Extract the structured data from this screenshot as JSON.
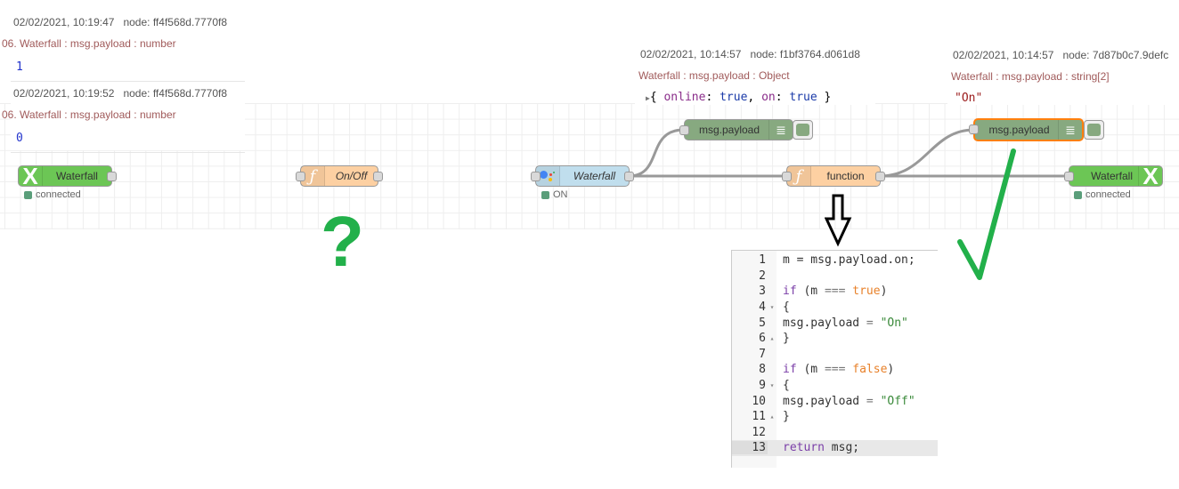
{
  "debug_messages": [
    {
      "timestamp": "02/02/2021, 10:19:47",
      "node": "node: ff4f568d.7770f8",
      "topic": "06. Waterfall : msg.payload : number",
      "value": "1"
    },
    {
      "timestamp": "02/02/2021, 10:19:52",
      "node": "node: ff4f568d.7770f8",
      "topic": "06. Waterfall : msg.payload : number",
      "value": "0"
    },
    {
      "timestamp": "02/02/2021, 10:14:57",
      "node": "node: f1bf3764.d061d8",
      "topic": "Waterfall : msg.payload : Object",
      "object": {
        "open": "{ ",
        "k1": "online",
        "v1": "true",
        "sep": ", ",
        "k2": "on",
        "v2": "true",
        "close": " }",
        "colon": ": "
      }
    },
    {
      "timestamp": "02/02/2021, 10:14:57",
      "node": "node: 7d87b0c7.9defc",
      "topic": "Waterfall : msg.payload : string[2]",
      "value": "\"On\""
    }
  ],
  "nodes": {
    "waterfall_in": {
      "label": "Waterfall",
      "status": "connected",
      "icon": "x-icon"
    },
    "onoff": {
      "label": "On/Off",
      "icon": "function-icon"
    },
    "google_home": {
      "label": "Waterfall",
      "status": "ON",
      "icon": "google-assistant-icon"
    },
    "debug1": {
      "label": "msg.payload",
      "icon": "debug-list-icon"
    },
    "function": {
      "label": "function",
      "icon": "function-icon"
    },
    "debug2": {
      "label": "msg.payload",
      "icon": "debug-list-icon"
    },
    "waterfall_out": {
      "label": "Waterfall",
      "status": "connected",
      "icon": "x-icon"
    }
  },
  "code_editor": {
    "lines": [
      {
        "n": "1",
        "fold": ""
      },
      {
        "n": "2",
        "fold": ""
      },
      {
        "n": "3",
        "fold": ""
      },
      {
        "n": "4",
        "fold": "▾"
      },
      {
        "n": "5",
        "fold": ""
      },
      {
        "n": "6",
        "fold": "▴"
      },
      {
        "n": "7",
        "fold": ""
      },
      {
        "n": "8",
        "fold": ""
      },
      {
        "n": "9",
        "fold": "▾"
      },
      {
        "n": "10",
        "fold": ""
      },
      {
        "n": "11",
        "fold": "▴"
      },
      {
        "n": "12",
        "fold": ""
      },
      {
        "n": "13",
        "fold": ""
      }
    ],
    "tokens": {
      "l1": "m = msg.payload.on;",
      "l3_kw": "if",
      "l3_a": " (m ",
      "l3_op": "===",
      "l3_b": " ",
      "l3_bool": "true",
      "l3_c": ")",
      "l4": "{",
      "l5_a": "msg.payload ",
      "l5_op": "=",
      "l5_b": " ",
      "l5_s": "\"On\"",
      "l6": "}",
      "l8_kw": "if",
      "l8_a": " (m ",
      "l8_op": "===",
      "l8_b": " ",
      "l8_bool": "false",
      "l8_c": ")",
      "l9": "{",
      "l10_a": "msg.payload ",
      "l10_op": "=",
      "l10_b": " ",
      "l10_s": "\"Off\"",
      "l11": "}",
      "l13_kw": "return",
      "l13_a": " msg;"
    }
  },
  "annotations": {
    "question": "?",
    "colors": {
      "green": "#22b04a",
      "arrow": "#000000"
    }
  },
  "colors": {
    "function_node": "#fdd0a2",
    "debug_node": "#87a980",
    "home_node": "#c0deed",
    "waterfall_node": "#6cc655",
    "selected_outline": "#ff7f0e"
  }
}
